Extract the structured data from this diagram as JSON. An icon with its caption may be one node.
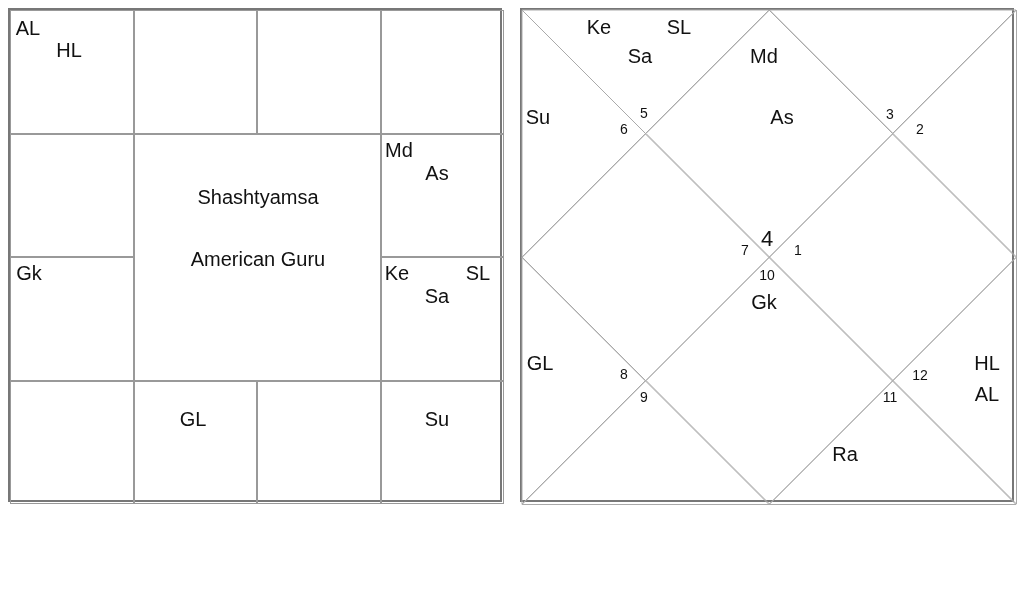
{
  "diagram": {
    "nodes": [
      {
        "text": [],
        "shape": "box"
      },
      {
        "text": [
          "AL",
          "HL"
        ],
        "in": 0
      },
      {
        "text": [],
        "shape": "box",
        "in": 0
      },
      {
        "text": [],
        "shape": "box",
        "in": 0
      },
      {
        "text": [],
        "shape": "box",
        "in": 0
      },
      {
        "text": [],
        "shape": "box",
        "in": 0
      },
      {
        "text": [
          "Shashtyamsa",
          "American Guru"
        ],
        "in": 0
      },
      {
        "text": [
          "Md",
          "As"
        ],
        "in": 0
      },
      {
        "text": [
          "Gk"
        ],
        "in": 0
      },
      {
        "text": [
          "Ke",
          "SL",
          "Sa"
        ],
        "in": 0
      },
      {
        "text": [],
        "shape": "box",
        "in": 0
      },
      {
        "text": [
          "GL"
        ],
        "in": 0
      },
      {
        "text": [],
        "shape": "box",
        "in": 0
      },
      {
        "text": [
          "Su"
        ],
        "in": 0
      },
      {
        "text": [],
        "shape": "box"
      },
      {
        "text": [
          "Ke",
          "SL",
          "Sa",
          "5"
        ],
        "in": 14
      },
      {
        "text": [
          "Md",
          "As",
          "4"
        ],
        "in": 14
      },
      {
        "text": [
          "3"
        ],
        "in": 14
      },
      {
        "text": [
          "Su",
          "6"
        ],
        "in": 14
      },
      {
        "text": [
          "2"
        ],
        "in": 14
      },
      {
        "text": [
          "7"
        ],
        "in": 14
      },
      {
        "text": [
          "1"
        ],
        "in": 14
      },
      {
        "text": [
          "GL",
          "8"
        ],
        "in": 14
      },
      {
        "text": [
          "HL",
          "12",
          "AL"
        ],
        "in": 14
      },
      {
        "text": [
          "9"
        ],
        "in": 14
      },
      {
        "text": [
          "10",
          "Gk"
        ],
        "in": 14
      },
      {
        "text": [
          "11",
          "Ra"
        ],
        "in": 14
      }
    ],
    "edges": []
  }
}
